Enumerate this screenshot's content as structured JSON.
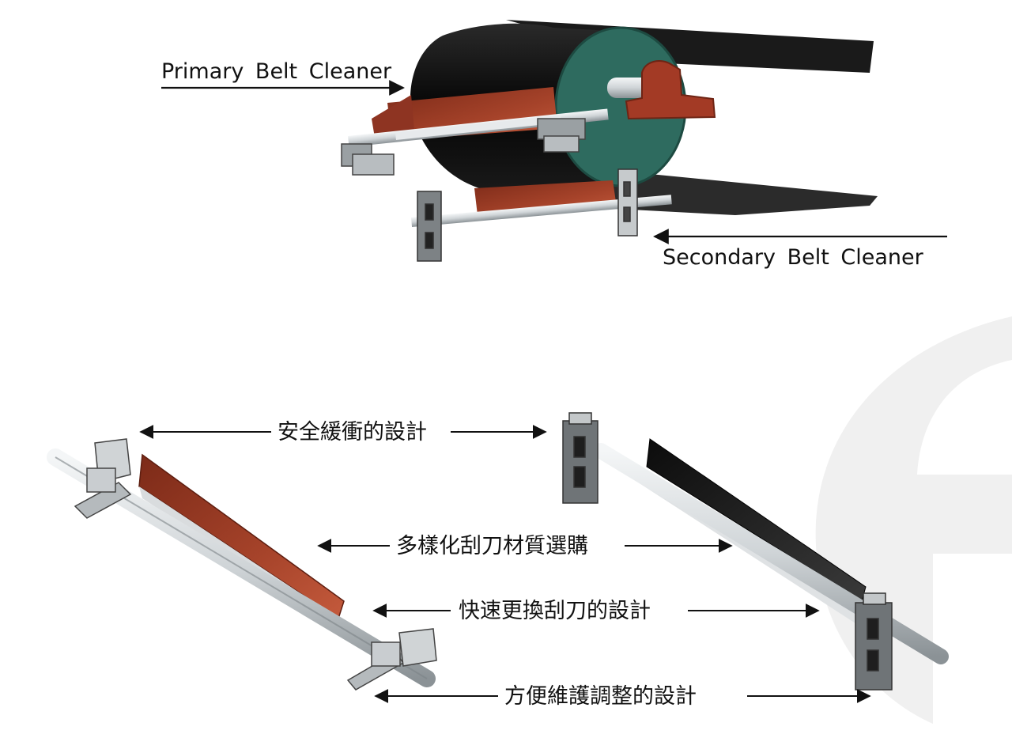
{
  "labels": {
    "primary": "Primary  Belt  Cleaner",
    "secondary": "Secondary  Belt  Cleaner",
    "safety": "安全緩衝的設計",
    "blade_material": "多樣化刮刀材質選購",
    "quick_replace": "快速更換刮刀的設計",
    "easy_maintain": "方便維護調整的設計"
  },
  "colors": {
    "drum_body": "#111111",
    "drum_face": "#2e6b5f",
    "belt": "#1a1a1a",
    "blade_red": "#9a3a22",
    "blade_black": "#1c1c1c",
    "bearing_red": "#a33a25",
    "steel": "#d8dde0",
    "bracket": "#8a8a8a",
    "watermark": "#f0f0f0"
  }
}
